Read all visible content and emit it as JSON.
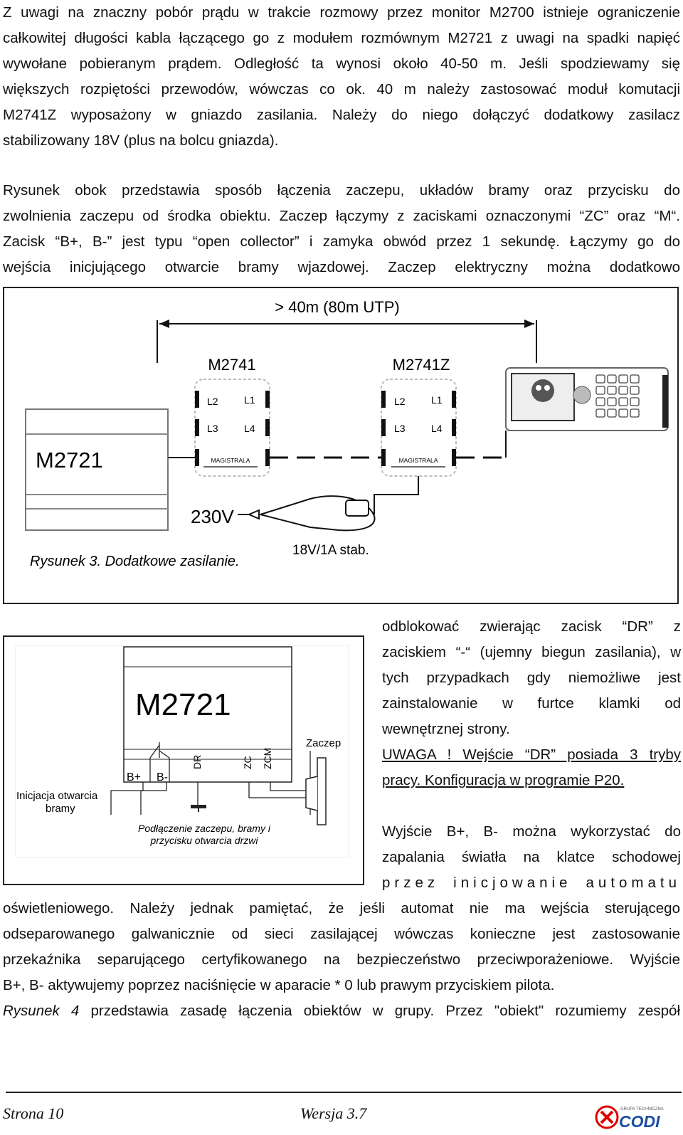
{
  "paragraphs": {
    "p1": [
      "Z uwagi na znaczny pobór prądu w trakcie rozmowy przez monitor M2700 istnieje ograniczenie",
      "całkowitej długości kabla łączącego go z modułem rozmównym M2721 z uwagi na spadki napięć",
      "wywołane pobieranym prądem. Odległość ta wynosi około 40-50 m. Jeśli spodziewamy się",
      "większych rozpiętości przewodów, wówczas co ok. 40 m należy zastosować moduł komutacji",
      "M2741Z wyposażony w gniazdo zasilania. Należy do niego dołączyć dodatkowy zasilacz",
      "stabilizowany 18V (plus na bolcu gniazda)."
    ],
    "p2": [
      "Rysunek obok przedstawia sposób łączenia zaczepu, układów bramy oraz przycisku do",
      "zwolnienia zaczepu od środka obiektu. Zaczep łączymy z zaciskami oznaczonymi “ZC” oraz “M“.",
      "Zacisk “B+, B-” jest typu “open collector” i zamyka obwód przez 1 sekundę. Łączymy go do",
      "wejścia inicjującego otwarcie bramy wjazdowej. Zaczep elektryczny można dodatkowo"
    ],
    "side": [
      "odblokować zwierając zacisk “DR” z",
      "zaciskiem “-“ (ujemny biegun zasilania), w",
      "tych przypadkach gdy niemożliwe jest",
      "zainstalowanie w furtce klamki od",
      "wewnętrznej strony."
    ],
    "warning": [
      "UWAGA ! Wejście “DR” posiada 3 tryby",
      "pracy. Konfiguracja w programie P20."
    ],
    "side2": [
      "Wyjście B+, B- można wykorzystać do",
      "zapalania światła na klatce schodowej",
      "przez inicjowanie automatu"
    ],
    "p3": [
      "oświetleniowego. Należy jednak pamiętać, że jeśli automat nie ma wejścia sterującego",
      "odseparowanego galwanicznie od sieci zasilającej wówczas konieczne jest zastosowanie",
      "przekaźnika separującego certyfikowanego na bezpieczeństwo przeciwporażeniowe. Wyjście",
      "B+, B- aktywujemy poprzez naciśnięcie w aparacie * 0 lub prawym przyciskiem pilota."
    ],
    "p4_italic": "Rysunek 4",
    "p4_rest": " przedstawia zasadę łączenia obiektów w grupy. Przez \"obiekt\" rozumiemy zespół"
  },
  "figure1": {
    "distance": "> 40m (80m UTP)",
    "module_a": "M2741",
    "module_b": "M2741Z",
    "l2": "L2",
    "l1": "L1",
    "l3": "L3",
    "l4": "L4",
    "bus": "MAGISTRALA",
    "panel": "M2721",
    "mains": "230V",
    "psu": "18V/1A stab.",
    "caption": "Rysunek 3.  Dodatkowe zasilanie."
  },
  "figure2": {
    "panel": "M2721",
    "lock": "Zaczep",
    "bplus": "B+",
    "bminus": "B-",
    "dr": "DR",
    "zc": "ZC",
    "zcm": "ZCM",
    "gate1": "Inicjacja otwarcia",
    "gate2": "bramy",
    "caption1": "Podłączenie zaczepu, bramy i",
    "caption2": "przycisku otwarcia drzwi"
  },
  "footer": {
    "page": "Strona 10",
    "version": "Wersja 3.7",
    "logo_small": "GRUPA TECHNICZNA",
    "logo_big": "CODI"
  }
}
